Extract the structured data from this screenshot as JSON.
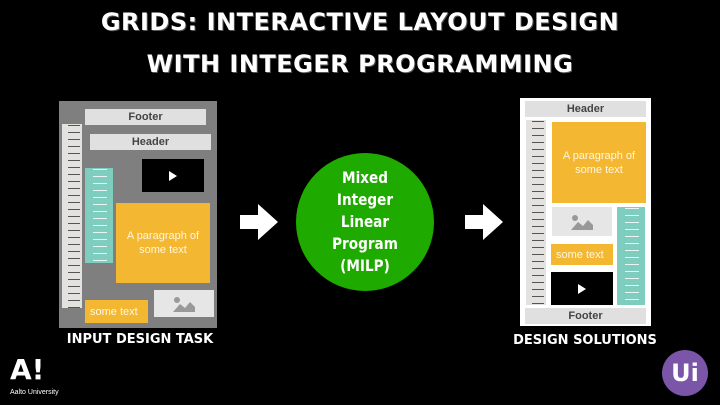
{
  "title": {
    "line1": "GRIDS: Interactive Layout Design",
    "line2": "with Integer Programming"
  },
  "input": {
    "caption": "Input Design Task",
    "footer": "Footer",
    "header": "Header",
    "paragraph": "A paragraph of some text",
    "small_text": "some text"
  },
  "milp": {
    "label": "Mixed Integer Linear Program (MILP)",
    "color": "#1faa00"
  },
  "output": {
    "caption": "Design Solutions",
    "header": "Header",
    "footer": "Footer",
    "paragraph": "A paragraph of some text",
    "small_text": "some text"
  },
  "logos": {
    "aalto_mark": "A!",
    "aalto_name": "Aalto University",
    "ui_mark": "Ui"
  }
}
